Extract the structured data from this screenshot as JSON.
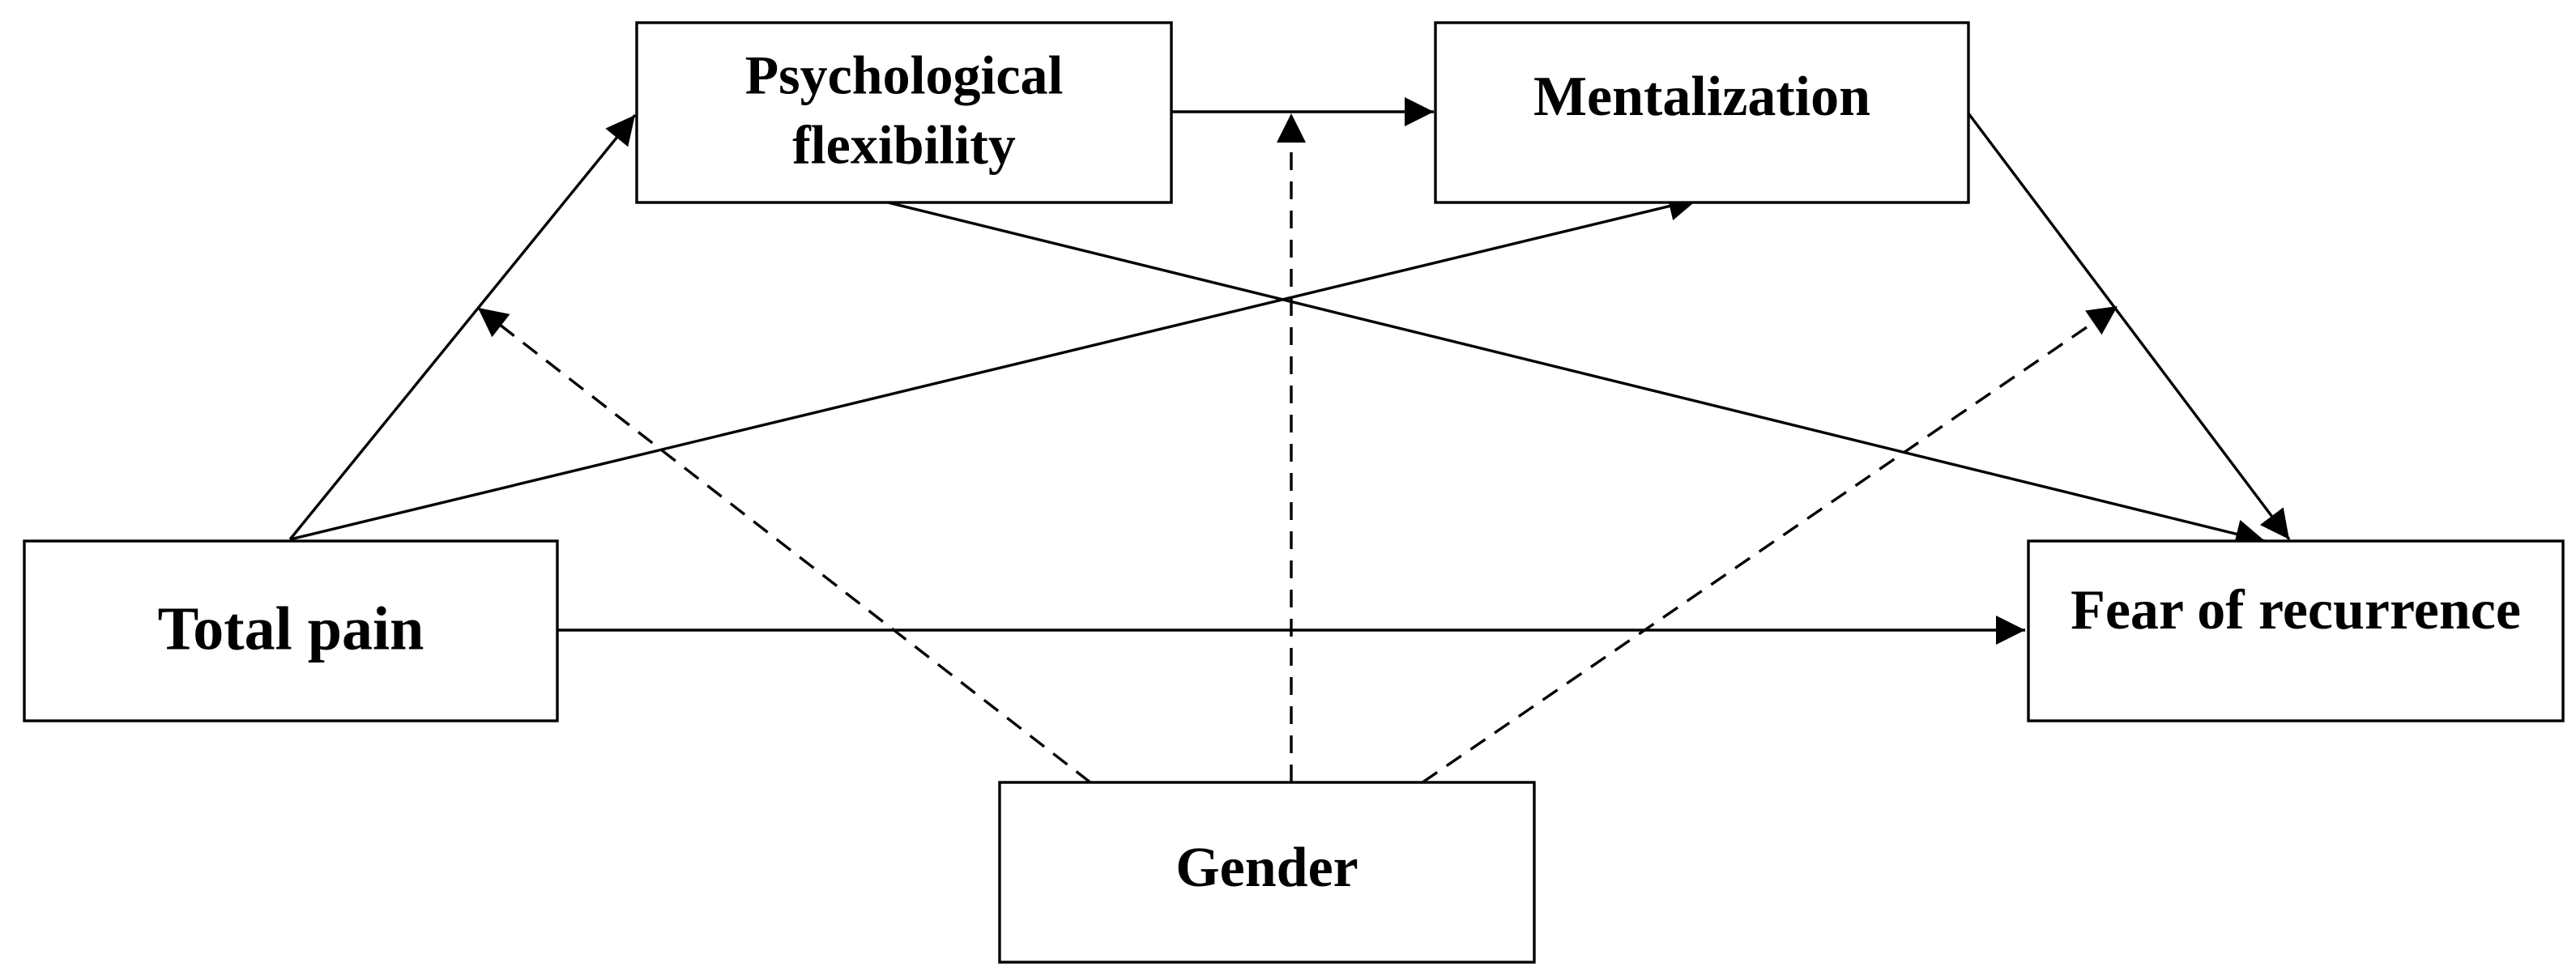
{
  "diagram": {
    "colors": {
      "stroke": "#000000",
      "fill": "#ffffff",
      "text": "#000000"
    },
    "nodes": {
      "total_pain": {
        "label": "Total pain"
      },
      "psychological_flexibility": {
        "label_line1": "Psychological",
        "label_line2": "flexibility"
      },
      "mentalization": {
        "label": "Mentalization"
      },
      "fear_of_recurrence": {
        "label": "Fear of recurrence"
      },
      "gender": {
        "label": "Gender"
      }
    },
    "edges": [
      {
        "from": "total_pain",
        "to": "psychological_flexibility",
        "style": "solid"
      },
      {
        "from": "total_pain",
        "to": "mentalization",
        "style": "solid"
      },
      {
        "from": "total_pain",
        "to": "fear_of_recurrence",
        "style": "solid"
      },
      {
        "from": "psychological_flexibility",
        "to": "mentalization",
        "style": "solid"
      },
      {
        "from": "psychological_flexibility",
        "to": "fear_of_recurrence",
        "style": "solid"
      },
      {
        "from": "mentalization",
        "to": "fear_of_recurrence",
        "style": "solid"
      },
      {
        "from": "gender",
        "to": "path total_pain → psychological_flexibility",
        "style": "dashed"
      },
      {
        "from": "gender",
        "to": "path psychological_flexibility → mentalization",
        "style": "dashed"
      },
      {
        "from": "gender",
        "to": "path mentalization → fear_of_recurrence",
        "style": "dashed"
      }
    ]
  }
}
